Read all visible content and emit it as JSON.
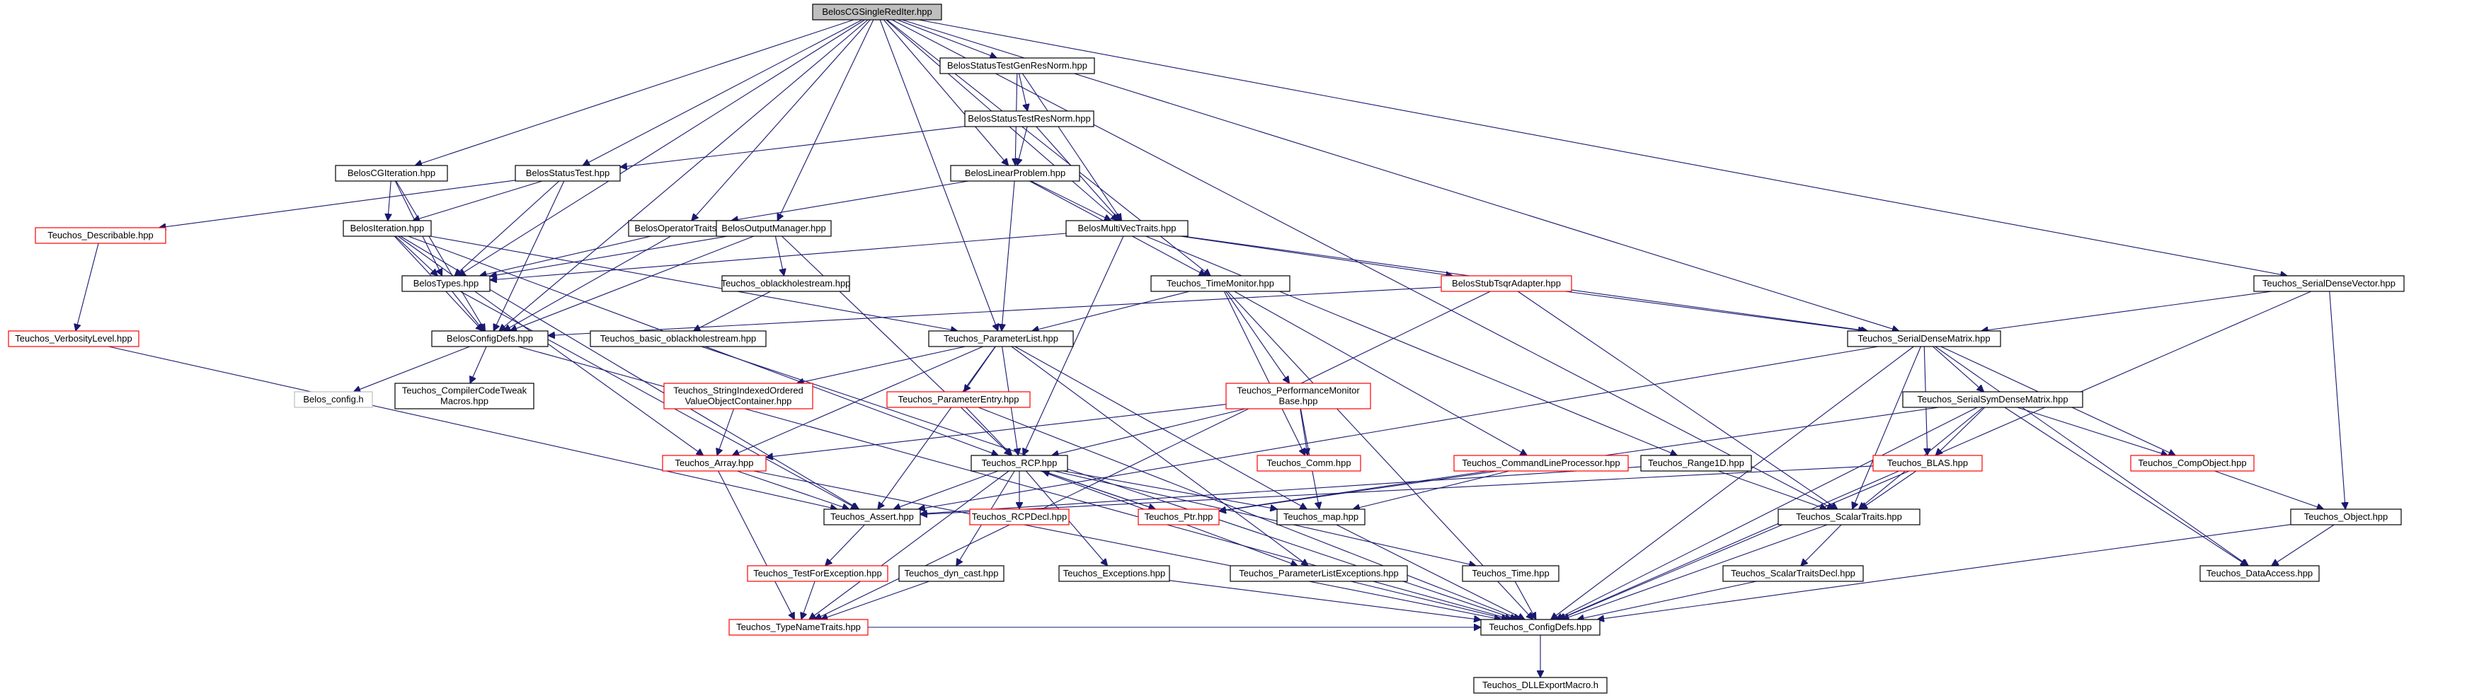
{
  "nodes": [
    {
      "id": "root",
      "lines": [
        "BelosCGSingleRedIter.hpp"
      ],
      "style": "root"
    },
    {
      "id": "stgrn",
      "lines": [
        "BelosStatusTestGenResNorm.hpp"
      ],
      "style": "normal"
    },
    {
      "id": "strn",
      "lines": [
        "BelosStatusTestResNorm.hpp"
      ],
      "style": "normal"
    },
    {
      "id": "cgi",
      "lines": [
        "BelosCGIteration.hpp"
      ],
      "style": "normal"
    },
    {
      "id": "st",
      "lines": [
        "BelosStatusTest.hpp"
      ],
      "style": "normal"
    },
    {
      "id": "lp",
      "lines": [
        "BelosLinearProblem.hpp"
      ],
      "style": "normal"
    },
    {
      "id": "desc",
      "lines": [
        "Teuchos_Describable.hpp"
      ],
      "style": "red"
    },
    {
      "id": "iter",
      "lines": [
        "BelosIteration.hpp"
      ],
      "style": "normal"
    },
    {
      "id": "opt",
      "lines": [
        "BelosOperatorTraits.hpp"
      ],
      "style": "normal"
    },
    {
      "id": "om",
      "lines": [
        "BelosOutputManager.hpp"
      ],
      "style": "normal"
    },
    {
      "id": "mvt",
      "lines": [
        "BelosMultiVecTraits.hpp"
      ],
      "style": "normal"
    },
    {
      "id": "sdv",
      "lines": [
        "Teuchos_SerialDenseVector.hpp"
      ],
      "style": "normal"
    },
    {
      "id": "types",
      "lines": [
        "BelosTypes.hpp"
      ],
      "style": "normal"
    },
    {
      "id": "obl",
      "lines": [
        "Teuchos_oblackholestream.hpp"
      ],
      "style": "normal"
    },
    {
      "id": "tm",
      "lines": [
        "Teuchos_TimeMonitor.hpp"
      ],
      "style": "normal"
    },
    {
      "id": "sta",
      "lines": [
        "BelosStubTsqrAdapter.hpp"
      ],
      "style": "red"
    },
    {
      "id": "vl",
      "lines": [
        "Teuchos_VerbosityLevel.hpp"
      ],
      "style": "red"
    },
    {
      "id": "cd",
      "lines": [
        "BelosConfigDefs.hpp"
      ],
      "style": "normal"
    },
    {
      "id": "bobl",
      "lines": [
        "Teuchos_basic_oblackholestream.hpp"
      ],
      "style": "normal"
    },
    {
      "id": "pl",
      "lines": [
        "Teuchos_ParameterList.hpp"
      ],
      "style": "normal"
    },
    {
      "id": "sdm",
      "lines": [
        "Teuchos_SerialDenseMatrix.hpp"
      ],
      "style": "normal"
    },
    {
      "id": "bconf",
      "lines": [
        "Belos_config.h"
      ],
      "style": "gray"
    },
    {
      "id": "cctm",
      "lines": [
        "Teuchos_CompilerCodeTweak",
        "Macros.hpp"
      ],
      "style": "normal"
    },
    {
      "id": "sivo",
      "lines": [
        "Teuchos_StringIndexedOrdered",
        "ValueObjectContainer.hpp"
      ],
      "style": "red"
    },
    {
      "id": "pe",
      "lines": [
        "Teuchos_ParameterEntry.hpp"
      ],
      "style": "red"
    },
    {
      "id": "pmb",
      "lines": [
        "Teuchos_PerformanceMonitor",
        "Base.hpp"
      ],
      "style": "red"
    },
    {
      "id": "ssdm",
      "lines": [
        "Teuchos_SerialSymDenseMatrix.hpp"
      ],
      "style": "normal"
    },
    {
      "id": "arr",
      "lines": [
        "Teuchos_Array.hpp"
      ],
      "style": "red"
    },
    {
      "id": "rcp",
      "lines": [
        "Teuchos_RCP.hpp"
      ],
      "style": "normal"
    },
    {
      "id": "comm",
      "lines": [
        "Teuchos_Comm.hpp"
      ],
      "style": "red"
    },
    {
      "id": "clp",
      "lines": [
        "Teuchos_CommandLineProcessor.hpp"
      ],
      "style": "red"
    },
    {
      "id": "r1d",
      "lines": [
        "Teuchos_Range1D.hpp"
      ],
      "style": "normal"
    },
    {
      "id": "blas",
      "lines": [
        "Teuchos_BLAS.hpp"
      ],
      "style": "red"
    },
    {
      "id": "co",
      "lines": [
        "Teuchos_CompObject.hpp"
      ],
      "style": "red"
    },
    {
      "id": "assert",
      "lines": [
        "Teuchos_Assert.hpp"
      ],
      "style": "normal"
    },
    {
      "id": "rcpd",
      "lines": [
        "Teuchos_RCPDecl.hpp"
      ],
      "style": "red"
    },
    {
      "id": "ptr",
      "lines": [
        "Teuchos_Ptr.hpp"
      ],
      "style": "red"
    },
    {
      "id": "map",
      "lines": [
        "Teuchos_map.hpp"
      ],
      "style": "normal"
    },
    {
      "id": "sct",
      "lines": [
        "Teuchos_ScalarTraits.hpp"
      ],
      "style": "normal"
    },
    {
      "id": "obj",
      "lines": [
        "Teuchos_Object.hpp"
      ],
      "style": "normal"
    },
    {
      "id": "tfe",
      "lines": [
        "Teuchos_TestForException.hpp"
      ],
      "style": "red"
    },
    {
      "id": "dync",
      "lines": [
        "Teuchos_dyn_cast.hpp"
      ],
      "style": "normal"
    },
    {
      "id": "exc",
      "lines": [
        "Teuchos_Exceptions.hpp"
      ],
      "style": "normal"
    },
    {
      "id": "ple",
      "lines": [
        "Teuchos_ParameterListExceptions.hpp"
      ],
      "style": "normal"
    },
    {
      "id": "time",
      "lines": [
        "Teuchos_Time.hpp"
      ],
      "style": "normal"
    },
    {
      "id": "sctd",
      "lines": [
        "Teuchos_ScalarTraitsDecl.hpp"
      ],
      "style": "normal"
    },
    {
      "id": "da",
      "lines": [
        "Teuchos_DataAccess.hpp"
      ],
      "style": "normal"
    },
    {
      "id": "tnt",
      "lines": [
        "Teuchos_TypeNameTraits.hpp"
      ],
      "style": "red"
    },
    {
      "id": "tcd",
      "lines": [
        "Teuchos_ConfigDefs.hpp"
      ],
      "style": "normal"
    },
    {
      "id": "dll",
      "lines": [
        "Teuchos_DLLExportMacro.h"
      ],
      "style": "normal"
    }
  ],
  "edges": [
    [
      "root",
      "stgrn"
    ],
    [
      "root",
      "cgi"
    ],
    [
      "root",
      "st"
    ],
    [
      "root",
      "lp"
    ],
    [
      "root",
      "opt"
    ],
    [
      "root",
      "om"
    ],
    [
      "root",
      "mvt"
    ],
    [
      "root",
      "types"
    ],
    [
      "root",
      "cd"
    ],
    [
      "root",
      "tm"
    ],
    [
      "root",
      "pl"
    ],
    [
      "root",
      "sdm"
    ],
    [
      "root",
      "sdv"
    ],
    [
      "root",
      "sct"
    ],
    [
      "stgrn",
      "strn"
    ],
    [
      "stgrn",
      "lp"
    ],
    [
      "stgrn",
      "mvt"
    ],
    [
      "strn",
      "st"
    ],
    [
      "strn",
      "lp"
    ],
    [
      "strn",
      "mvt"
    ],
    [
      "cgi",
      "iter"
    ],
    [
      "cgi",
      "types"
    ],
    [
      "cgi",
      "cd"
    ],
    [
      "st",
      "iter"
    ],
    [
      "st",
      "types"
    ],
    [
      "st",
      "desc"
    ],
    [
      "st",
      "cd"
    ],
    [
      "lp",
      "opt"
    ],
    [
      "lp",
      "mvt"
    ],
    [
      "lp",
      "tm"
    ],
    [
      "lp",
      "pl"
    ],
    [
      "desc",
      "vl"
    ],
    [
      "iter",
      "types"
    ],
    [
      "iter",
      "cd"
    ],
    [
      "iter",
      "pl"
    ],
    [
      "iter",
      "arr"
    ],
    [
      "iter",
      "rcp"
    ],
    [
      "iter",
      "assert"
    ],
    [
      "opt",
      "types"
    ],
    [
      "opt",
      "cd"
    ],
    [
      "om",
      "types"
    ],
    [
      "om",
      "cd"
    ],
    [
      "om",
      "obl"
    ],
    [
      "om",
      "rcp"
    ],
    [
      "mvt",
      "types"
    ],
    [
      "mvt",
      "sta"
    ],
    [
      "mvt",
      "sdm"
    ],
    [
      "mvt",
      "rcp"
    ],
    [
      "mvt",
      "r1d"
    ],
    [
      "sdv",
      "sdm"
    ],
    [
      "sdv",
      "obj"
    ],
    [
      "sdv",
      "tcd"
    ],
    [
      "types",
      "cd"
    ],
    [
      "types",
      "assert"
    ],
    [
      "obl",
      "bobl"
    ],
    [
      "tm",
      "pl"
    ],
    [
      "tm",
      "pmb"
    ],
    [
      "tm",
      "comm"
    ],
    [
      "tm",
      "clp"
    ],
    [
      "tm",
      "tcd"
    ],
    [
      "sta",
      "cd"
    ],
    [
      "sta",
      "sdm"
    ],
    [
      "sta",
      "sct"
    ],
    [
      "sta",
      "tnt"
    ],
    [
      "vl",
      "assert"
    ],
    [
      "cd",
      "bconf"
    ],
    [
      "cd",
      "cctm"
    ],
    [
      "cd",
      "tcd"
    ],
    [
      "bobl",
      "tcd"
    ],
    [
      "pl",
      "sivo"
    ],
    [
      "pl",
      "pe"
    ],
    [
      "pl",
      "rcp"
    ],
    [
      "pl",
      "arr"
    ],
    [
      "pl",
      "assert"
    ],
    [
      "pl",
      "map"
    ],
    [
      "pl",
      "ple"
    ],
    [
      "sdm",
      "ssdm"
    ],
    [
      "sdm",
      "blas"
    ],
    [
      "sdm",
      "co"
    ],
    [
      "sdm",
      "sct"
    ],
    [
      "sdm",
      "da"
    ],
    [
      "sdm",
      "tcd"
    ],
    [
      "sdm",
      "assert"
    ],
    [
      "sivo",
      "arr"
    ],
    [
      "pe",
      "rcp"
    ],
    [
      "pe",
      "tcd"
    ],
    [
      "pmb",
      "rcp"
    ],
    [
      "pmb",
      "arr"
    ],
    [
      "pmb",
      "comm"
    ],
    [
      "pmb",
      "map"
    ],
    [
      "ssdm",
      "blas"
    ],
    [
      "ssdm",
      "co"
    ],
    [
      "ssdm",
      "sct"
    ],
    [
      "ssdm",
      "da"
    ],
    [
      "ssdm",
      "tcd"
    ],
    [
      "ssdm",
      "ptr"
    ],
    [
      "arr",
      "assert"
    ],
    [
      "arr",
      "tnt"
    ],
    [
      "arr",
      "tcd"
    ],
    [
      "rcp",
      "assert"
    ],
    [
      "rcp",
      "rcpd"
    ],
    [
      "rcp",
      "ptr"
    ],
    [
      "rcp",
      "map"
    ],
    [
      "rcp",
      "dync"
    ],
    [
      "rcp",
      "exc"
    ],
    [
      "rcp",
      "tnt"
    ],
    [
      "rcp",
      "time"
    ],
    [
      "rcp",
      "ple"
    ],
    [
      "clp",
      "map"
    ],
    [
      "clp",
      "ptr"
    ],
    [
      "r1d",
      "assert"
    ],
    [
      "r1d",
      "sct"
    ],
    [
      "blas",
      "sct"
    ],
    [
      "blas",
      "assert"
    ],
    [
      "blas",
      "tcd"
    ],
    [
      "co",
      "obj"
    ],
    [
      "assert",
      "tfe"
    ],
    [
      "ptr",
      "rcp"
    ],
    [
      "map",
      "tcd"
    ],
    [
      "sct",
      "sctd"
    ],
    [
      "sct",
      "tcd"
    ],
    [
      "obj",
      "da"
    ],
    [
      "obj",
      "tcd"
    ],
    [
      "tfe",
      "tnt"
    ],
    [
      "dync",
      "tnt"
    ],
    [
      "exc",
      "tcd"
    ],
    [
      "ple",
      "tcd"
    ],
    [
      "time",
      "tcd"
    ],
    [
      "sctd",
      "tcd"
    ],
    [
      "tnt",
      "tcd"
    ],
    [
      "tcd",
      "dll"
    ]
  ]
}
